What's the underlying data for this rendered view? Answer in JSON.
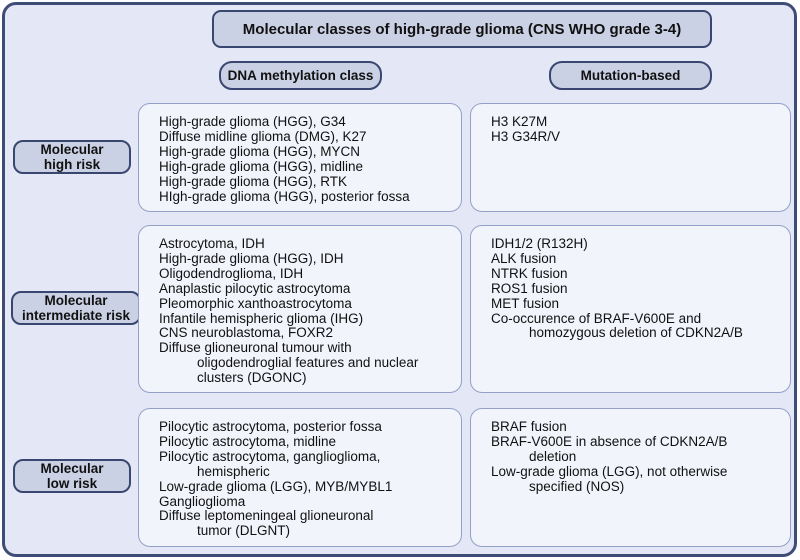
{
  "title": "Molecular classes of high-grade glioma (CNS WHO grade 3-4)",
  "columns": {
    "dna": "DNA methylation class",
    "mutation": "Mutation-based"
  },
  "rows": [
    {
      "risk": {
        "line1": "Molecular",
        "line2": "high risk"
      },
      "dna_lines": [
        {
          "text": "High-grade glioma (HGG), G34",
          "indent": false
        },
        {
          "text": "Diffuse midline glioma (DMG), K27",
          "indent": false
        },
        {
          "text": "High-grade glioma (HGG), MYCN",
          "indent": false
        },
        {
          "text": "High-grade glioma (HGG), midline",
          "indent": false
        },
        {
          "text": "High-grade glioma (HGG), RTK",
          "indent": false
        },
        {
          "text": "HIgh-grade glioma (HGG), posterior fossa",
          "indent": false
        }
      ],
      "mutation_lines": [
        {
          "text": "H3 K27M",
          "indent": false
        },
        {
          "text": "H3 G34R/V",
          "indent": false
        }
      ]
    },
    {
      "risk": {
        "line1": "Molecular",
        "line2": "intermediate risk"
      },
      "dna_lines": [
        {
          "text": "Astrocytoma, IDH",
          "indent": false
        },
        {
          "text": "High-grade glioma (HGG), IDH",
          "indent": false
        },
        {
          "text": "Oligodendroglioma, IDH",
          "indent": false
        },
        {
          "text": "Anaplastic pilocytic astrocytoma",
          "indent": false
        },
        {
          "text": "Pleomorphic xanthoastrocytoma",
          "indent": false
        },
        {
          "text": "Infantile hemispheric glioma (IHG)",
          "indent": false
        },
        {
          "text": "CNS neuroblastoma, FOXR2",
          "indent": false
        },
        {
          "text": "Diffuse glioneuronal tumour with",
          "indent": false
        },
        {
          "text": "oligodendroglial features and nuclear",
          "indent": true
        },
        {
          "text": "clusters (DGONC)",
          "indent": true
        }
      ],
      "mutation_lines": [
        {
          "text": "IDH1/2 (R132H)",
          "indent": false
        },
        {
          "text": "ALK fusion",
          "indent": false
        },
        {
          "text": "NTRK fusion",
          "indent": false
        },
        {
          "text": "ROS1 fusion",
          "indent": false
        },
        {
          "text": "MET fusion",
          "indent": false
        },
        {
          "text": "Co-occurence of BRAF-V600E and",
          "indent": false
        },
        {
          "text": "homozygous deletion of CDKN2A/B",
          "indent": true
        }
      ]
    },
    {
      "risk": {
        "line1": "Molecular",
        "line2": "low risk"
      },
      "dna_lines": [
        {
          "text": "Pilocytic astrocytoma, posterior fossa",
          "indent": false
        },
        {
          "text": "Pilocytic astrocytoma, midline",
          "indent": false
        },
        {
          "text": "Pilocytic astrocytoma, ganglioglioma,",
          "indent": false
        },
        {
          "text": "hemispheric",
          "indent": true
        },
        {
          "text": "Low-grade glioma (LGG), MYB/MYBL1",
          "indent": false
        },
        {
          "text": "Ganglioglioma",
          "indent": false
        },
        {
          "text": "Diffuse leptomeningeal glioneuronal",
          "indent": false
        },
        {
          "text": "tumor (DLGNT)",
          "indent": true
        }
      ],
      "mutation_lines": [
        {
          "text": "BRAF fusion",
          "indent": false
        },
        {
          "text": "BRAF-V600E in absence of CDKN2A/B",
          "indent": false
        },
        {
          "text": "deletion",
          "indent": true
        },
        {
          "text": "Low-grade glioma (LGG), not otherwise",
          "indent": false
        },
        {
          "text": "specified (NOS)",
          "indent": true
        }
      ]
    }
  ],
  "colors": {
    "frame_border": "#3f4c76",
    "canvas_fill": "#e4e8f6",
    "header_fill": "#cbd1e5",
    "header_border": "#39466f",
    "box_fill": "#f1f4fb",
    "box_border": "#93a1c8",
    "text": "#111111"
  }
}
